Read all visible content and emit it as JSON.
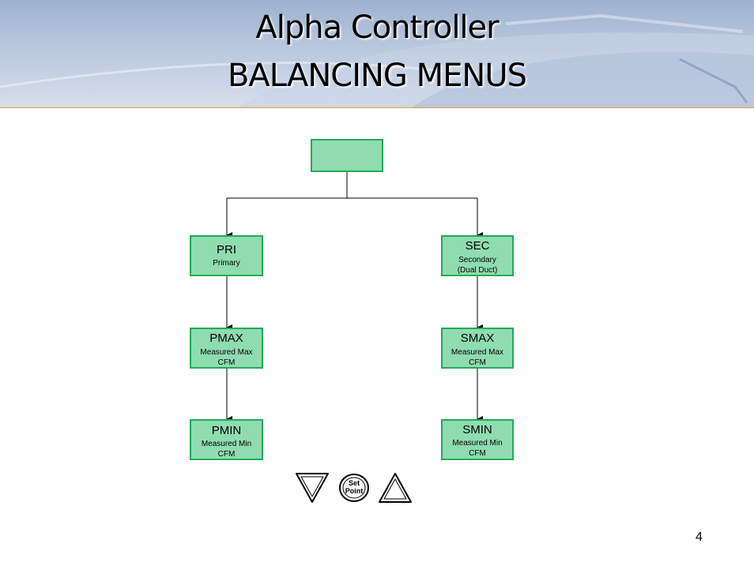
{
  "header": {
    "title_line1": "Alpha Controller",
    "title_line2": "BALANCING MENUS"
  },
  "diagram": {
    "root": {
      "label": ""
    },
    "nodes": {
      "pri": {
        "label": "PRI",
        "sub": "Primary"
      },
      "sec": {
        "label": "SEC",
        "sub1": "Secondary",
        "sub2": "(Dual Duct)"
      },
      "pmax": {
        "label": "PMAX",
        "sub1": "Measured Max",
        "sub2": "CFM"
      },
      "smax": {
        "label": "SMAX",
        "sub1": "Measured Max",
        "sub2": "CFM"
      },
      "pmin": {
        "label": "PMIN",
        "sub1": "Measured Min",
        "sub2": "CFM"
      },
      "smin": {
        "label": "SMIN",
        "sub1": "Measured Min",
        "sub2": "CFM"
      }
    }
  },
  "buttons": {
    "down": "down-triangle-icon",
    "setpoint_line1": "Set",
    "setpoint_line2": "Point",
    "up": "up-triangle-icon"
  },
  "footer": {
    "page_number": "4"
  },
  "colors": {
    "box_fill": "#8fdcb0",
    "box_border": "#1fab5a",
    "accent_band": "#f0963c"
  }
}
